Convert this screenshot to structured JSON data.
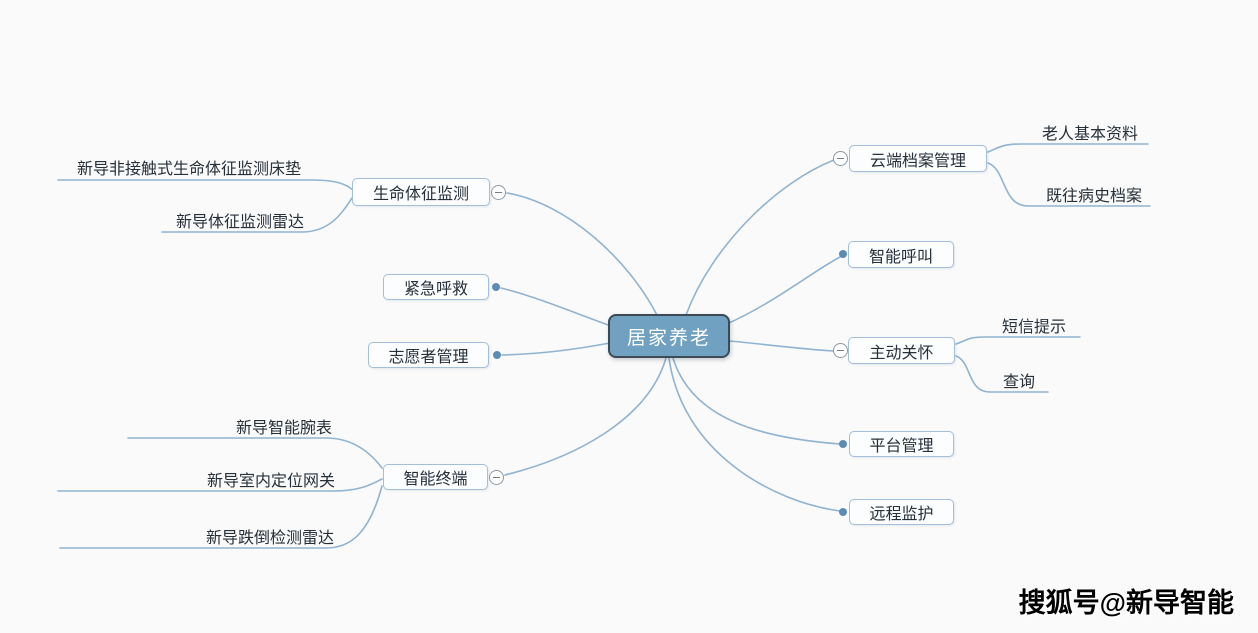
{
  "mindmap": {
    "root": {
      "label": "居家养老"
    },
    "left_branches": [
      {
        "label": "生命体征监测",
        "children": [
          {
            "label": "新导非接触式生命体征监测床垫"
          },
          {
            "label": "新导体征监测雷达"
          }
        ]
      },
      {
        "label": "紧急呼救",
        "children": []
      },
      {
        "label": "志愿者管理",
        "children": []
      },
      {
        "label": "智能终端",
        "children": [
          {
            "label": "新导智能腕表"
          },
          {
            "label": "新导室内定位网关"
          },
          {
            "label": "新导跌倒检测雷达"
          }
        ]
      }
    ],
    "right_branches": [
      {
        "label": "云端档案管理",
        "children": [
          {
            "label": "老人基本资料"
          },
          {
            "label": "既往病史档案"
          }
        ]
      },
      {
        "label": "智能呼叫",
        "children": []
      },
      {
        "label": "主动关怀",
        "children": [
          {
            "label": "短信提示"
          },
          {
            "label": "查询"
          }
        ]
      },
      {
        "label": "平台管理",
        "children": []
      },
      {
        "label": "远程监护",
        "children": []
      }
    ]
  },
  "watermark": {
    "text": "搜狐号@新导智能"
  },
  "colors": {
    "background": "#fafafa",
    "root_fill": "#71a1c1",
    "root_border": "#3b4a55",
    "node_border": "#a3bfd9",
    "connector": "#8fb3d0",
    "dot": "#5c8cb4"
  }
}
